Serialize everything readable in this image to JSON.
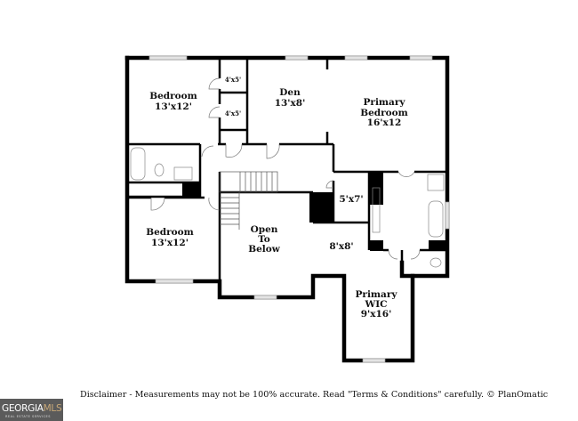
{
  "rooms": {
    "bedroom_1": {
      "name": "Bedroom",
      "size": "13'x12'"
    },
    "closet_1": {
      "size": "4'x5'"
    },
    "closet_2": {
      "size": "4'x5'"
    },
    "den": {
      "name": "Den",
      "size": "13'x8'"
    },
    "primary_bedroom": {
      "name_line1": "Primary",
      "name_line2": "Bedroom",
      "size": "16'x12"
    },
    "bedroom_2": {
      "name": "Bedroom",
      "size": "13'x12'"
    },
    "open_to_below": {
      "line1": "Open",
      "line2": "To",
      "line3": "Below"
    },
    "room_5x7": {
      "size": "5'x7'"
    },
    "room_8x8": {
      "size": "8'x8'"
    },
    "primary_wic": {
      "name_line1": "Primary",
      "name_line2": "WIC",
      "size": "9'x16'"
    }
  },
  "footer": {
    "disclaimer": "Disclaimer - Measurements may not be 100% accurate. Read \"Terms & Conditions\" carefully. © PlanOmatic"
  },
  "logo": {
    "text_a": "GEORGIA",
    "text_b": "MLS",
    "sub": "REAL ESTATE SERVICES"
  },
  "colors": {
    "wall": "#000000",
    "window": "#cfcfcf",
    "logo_bg": "#5b5b5b",
    "logo_accent": "#c8a878"
  }
}
